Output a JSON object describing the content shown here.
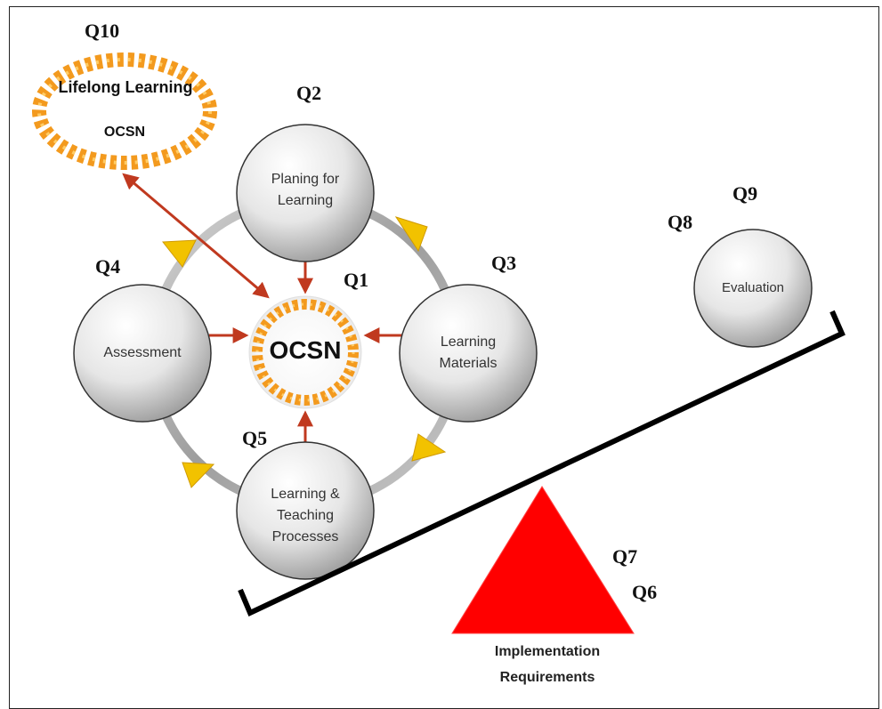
{
  "questions": {
    "q1": "Q1",
    "q2": "Q2",
    "q3": "Q3",
    "q4": "Q4",
    "q5": "Q5",
    "q6": "Q6",
    "q7": "Q7",
    "q8": "Q8",
    "q9": "Q9",
    "q10": "Q10"
  },
  "nodes": {
    "center": "OCSN",
    "planning": "Planing  for Learning",
    "materials": "Learning Materials",
    "assessment": "Assessment",
    "processes": "Learning & Teaching Processes",
    "evaluation": "Evaluation"
  },
  "lifelong": {
    "title": "Lifelong Learning",
    "subtitle": "OCSN"
  },
  "fulcrum": {
    "label": "Implementation Requirements"
  },
  "colors": {
    "arrow": "#c0391f",
    "ring": "#b5b5b5",
    "chevron": "#f2c200",
    "triangle": "#ff0000",
    "people": "#f39a1e"
  }
}
